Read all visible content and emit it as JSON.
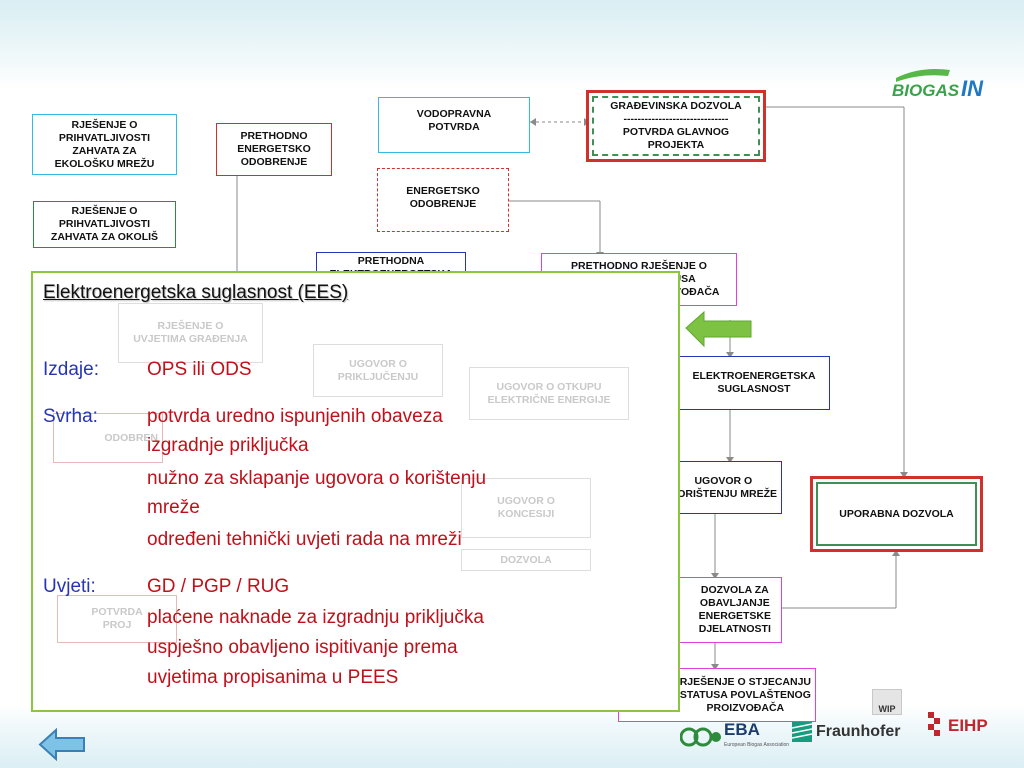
{
  "boxes": {
    "rjesenje_ekoloska": "RJEŠENJE O\nPRIHVATLJIVOSTI\nZAHVATA ZA\nEKOLOŠKU MREŽU",
    "rjesenje_okolis": "RJEŠENJE O\nPRIHVATLJIVOSTI\nZAHVATA ZA OKOLIŠ",
    "prethodno_energetsko": "PRETHODNO\nENERGETSKO\nODOBRENJE",
    "vodopravna": "VODOPRAVNA\nPOTVRDA",
    "gradjevinska": "GRAĐEVINSKA DOZVOLA\n------------------------------\nPOTVRDA GLAVNOG\nPROJEKTA",
    "energetsko_odobrenje": "ENERGETSKO\nODOBRENJE",
    "prethodna_ees": "PRETHODNA\nELEKTROENERGETSKA",
    "prethodno_rjesenje_status": "PRETHODNO RJEŠENJE O\nSTJECANJU STATUSA\nPOVLAŠTENOG PROIZVOĐAČA",
    "rjesenje_uvjetima": "RJEŠENJE O\nUVJETIMA GRAĐENJA",
    "ugovor_prikljucenju": "UGOVOR O\nPRIKLJUČENJU",
    "ugovor_otkupu": "UGOVOR O OTKUPU\nELEKTRIČNE ENERGIJE",
    "odobrenje_left": "ODOBREN",
    "elektroenergetska_suglasnost": "ELEKTROENERGETSKA\nSUGLASNOST",
    "ugovor_koristenju": "UGOVOR O\nKORIŠTENJU MREŽE",
    "ugovor_koncesiji": "UGOVOR O\nKONCESIJI",
    "dozvola_faded": "DOZVOLA",
    "potvrda_left": "POTVRDA\nPROJ",
    "uporabna_dozvola": "UPORABNA DOZVOLA",
    "dozvola_energetske": "DOZVOLA ZA\nOBAVLJANJE\nENERGETSKE\nDJELATNOSTI",
    "rjesenje_stjecanju": "RJEŠENJE O STJECANJU\nSTATUSA POVLAŠTENOG\nPROIZVOĐAČA"
  },
  "overlay": {
    "title": "Elektroenergetska suglasnost (EES)",
    "izdaje_label": "Izdaje:",
    "izdaje_value": "OPS ili ODS",
    "svrha_label": "Svrha:",
    "svrha_lines": [
      "potvrda uredno ispunjenih obaveza",
      "izgradnje priključka",
      "nužno za sklapanje ugovora o korištenju",
      "mreže",
      "određeni tehnički uvjeti rada na mreži"
    ],
    "uvjeti_label": "Uvjeti:",
    "uvjeti_lines": [
      "GD / PGP / RUG",
      "plaćene naknade za izgradnju priključka",
      "uspješno obavljeno ispitivanje prema",
      "uvjetima propisanima u PEES"
    ]
  },
  "logos": {
    "biogas_a": "BIOGAS",
    "biogas_b": "IN",
    "wip": "WIP",
    "eba": "EBA",
    "eba_sub": "European Biogas Association",
    "fraunhofer": "Fraunhofer",
    "eihp": "EIHP"
  },
  "colors": {
    "accent_green": "#8cc63f",
    "red": "#d0322b",
    "blue": "#2634b5",
    "overlay_text_red": "#c0101a"
  }
}
